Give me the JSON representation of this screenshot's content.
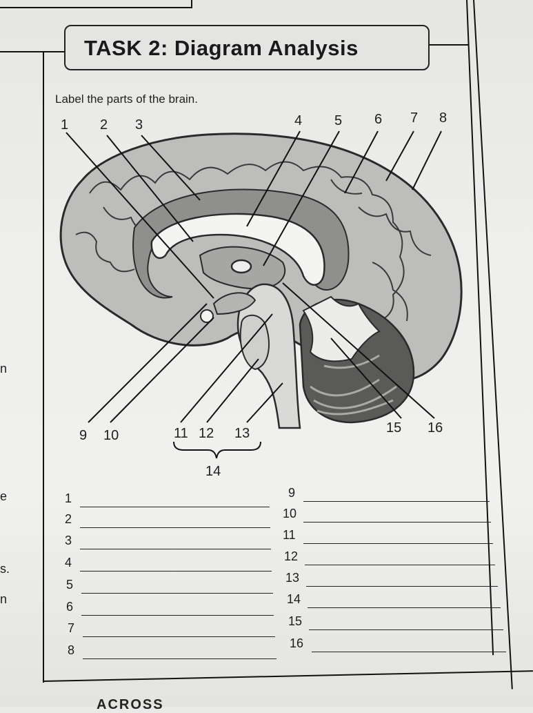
{
  "title": "TASK 2: Diagram Analysis",
  "instruction": "Label the parts of the brain.",
  "top_labels": [
    "1",
    "2",
    "3",
    "4",
    "5",
    "6",
    "7",
    "8"
  ],
  "bottom_labels": [
    "9",
    "10",
    "11",
    "12",
    "13",
    "15",
    "16"
  ],
  "group_label": "14",
  "margin_fragments": [
    "n",
    "e",
    "s.",
    "n"
  ],
  "answers_left": [
    "1",
    "2",
    "3",
    "4",
    "5",
    "6",
    "7",
    "8"
  ],
  "answers_right": [
    "9",
    "10",
    "11",
    "12",
    "13",
    "14",
    "15",
    "16"
  ],
  "footer_word": "ACROSS",
  "colors": {
    "ink": "#1c1c1c",
    "gray_shade": "#8d8d8d",
    "paper": "#eeeeec"
  }
}
